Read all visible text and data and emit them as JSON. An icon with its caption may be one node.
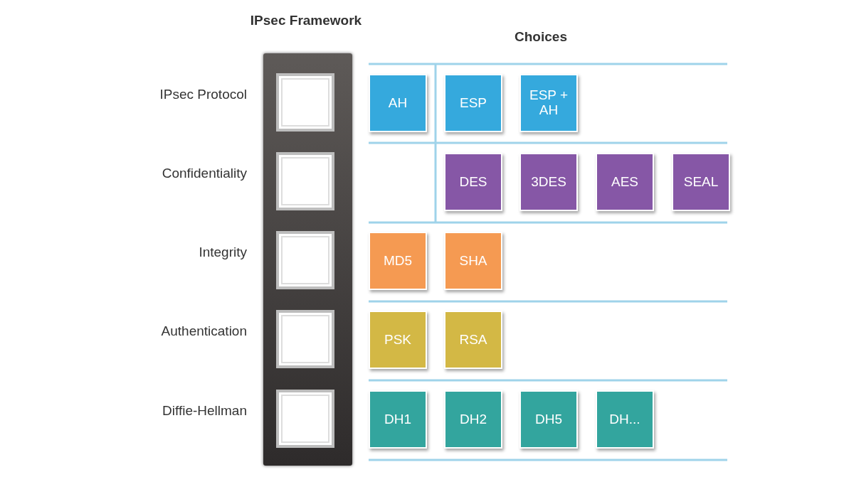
{
  "diagram": {
    "nodes": [
      {
        "text": [
          "IPsec Framework"
        ]
      },
      {
        "text": [],
        "shape": "box",
        "in": 0
      },
      {
        "text": [],
        "shape": "box",
        "in": 0
      },
      {
        "text": [],
        "shape": "box",
        "in": 0
      },
      {
        "text": [],
        "shape": "box",
        "in": 0
      },
      {
        "text": [],
        "shape": "box",
        "in": 0
      },
      {
        "text": [
          "AH"
        ]
      },
      {
        "text": [
          "ESP"
        ]
      },
      {
        "text": [
          "ESP + AH"
        ]
      },
      {
        "text": [
          "DES"
        ]
      },
      {
        "text": [
          "3DES"
        ]
      },
      {
        "text": [
          "AES"
        ]
      },
      {
        "text": [
          "SEAL"
        ]
      },
      {
        "text": [
          "MD5"
        ]
      },
      {
        "text": [
          "SHA"
        ]
      },
      {
        "text": [
          "PSK"
        ]
      },
      {
        "text": [
          "RSA"
        ]
      },
      {
        "text": [
          "DH1"
        ]
      },
      {
        "text": [
          "DH2"
        ]
      },
      {
        "text": [
          "DH5"
        ]
      },
      {
        "text": [
          "DH..."
        ]
      }
    ],
    "labels": [
      "Choices",
      "IPsec Protocol",
      "Confidentiality",
      "Integrity",
      "Authentication",
      "Diffie-Hellman"
    ]
  }
}
